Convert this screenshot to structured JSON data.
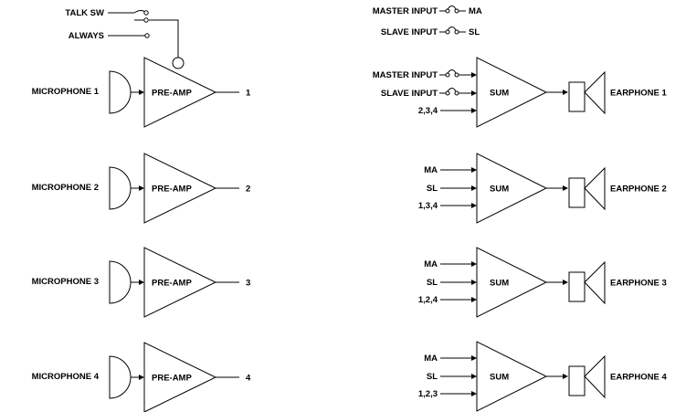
{
  "talk": {
    "talk_sw": "TALK SW",
    "always": "ALWAYS"
  },
  "inputs": {
    "master": "MASTER INPUT",
    "master_short": "MA",
    "slave": "SLAVE INPUT",
    "slave_short": "SL"
  },
  "preamp_label": "PRE-AMP",
  "sum_label": "SUM",
  "channels": [
    {
      "mic": "MICROPHONE 1",
      "out": "1"
    },
    {
      "mic": "MICROPHONE 2",
      "out": "2"
    },
    {
      "mic": "MICROPHONE 3",
      "out": "3"
    },
    {
      "mic": "MICROPHONE 4",
      "out": "4"
    }
  ],
  "earphones": [
    {
      "label": "EARPHONE 1",
      "in1": "MASTER INPUT",
      "in2": "SLAVE INPUT",
      "in3": "2,3,4"
    },
    {
      "label": "EARPHONE 2",
      "in1": "MA",
      "in2": "SL",
      "in3": "1,3,4"
    },
    {
      "label": "EARPHONE 3",
      "in1": "MA",
      "in2": "SL",
      "in3": "1,2,4"
    },
    {
      "label": "EARPHONE 4",
      "in1": "MA",
      "in2": "SL",
      "in3": "1,2,3"
    }
  ]
}
